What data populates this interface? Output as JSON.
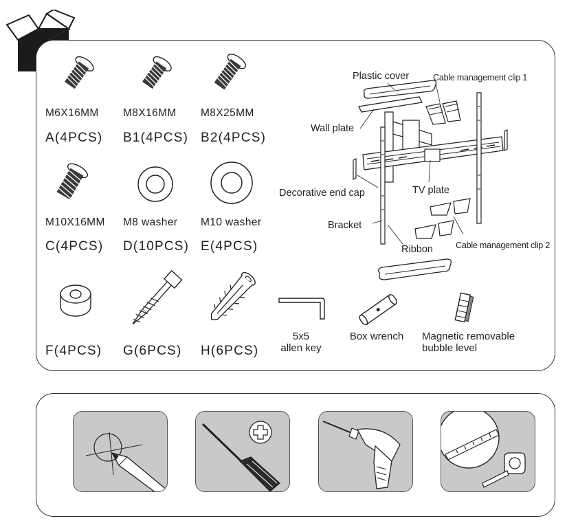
{
  "parts": [
    {
      "code": "M6X16MM",
      "count": "A(4PCS)",
      "icon": "screw-icon"
    },
    {
      "code": "M8X16MM",
      "count": "B1(4PCS)",
      "icon": "screw-icon"
    },
    {
      "code": "M8X25MM",
      "count": "B2(4PCS)",
      "icon": "screw-icon"
    },
    {
      "code": "M10X16MM",
      "count": "C(4PCS)",
      "icon": "screw-icon"
    },
    {
      "code": "M8 washer",
      "count": "D(10PCS)",
      "icon": "washer-icon"
    },
    {
      "code": "M10 washer",
      "count": "E(4PCS)",
      "icon": "washer-icon"
    },
    {
      "code": "",
      "count": "F(4PCS)",
      "icon": "spacer-icon"
    },
    {
      "code": "",
      "count": "G(6PCS)",
      "icon": "lag-bolt-icon"
    },
    {
      "code": "",
      "count": "H(6PCS)",
      "icon": "wall-anchor-icon"
    }
  ],
  "tools": [
    {
      "label_line1": "5x5",
      "label_line2": "allen key",
      "icon": "allen-key-icon"
    },
    {
      "label_line1": "Box wrench",
      "label_line2": "",
      "icon": "box-wrench-icon"
    },
    {
      "label_line1": "Magnetic removable",
      "label_line2": "bubble level",
      "icon": "bubble-level-icon"
    }
  ],
  "diagram": {
    "callouts": {
      "plastic_cover": "Plastic cover",
      "cable_clip_1": "Cable management clip 1",
      "wall_plate": "Wall plate",
      "decorative_end_cap": "Decorative end cap",
      "tv_plate": "TV plate",
      "bracket": "Bracket",
      "ribbon": "Ribbon",
      "cable_clip_2": "Cable management clip 2"
    }
  },
  "required_tools": [
    {
      "icon": "pencil-mark-icon"
    },
    {
      "icon": "phillips-screwdriver-icon"
    },
    {
      "icon": "power-drill-icon"
    },
    {
      "icon": "tape-measure-icon"
    }
  ],
  "colors": {
    "tile_bg": "#c9c9c9",
    "ink": "#222222"
  }
}
